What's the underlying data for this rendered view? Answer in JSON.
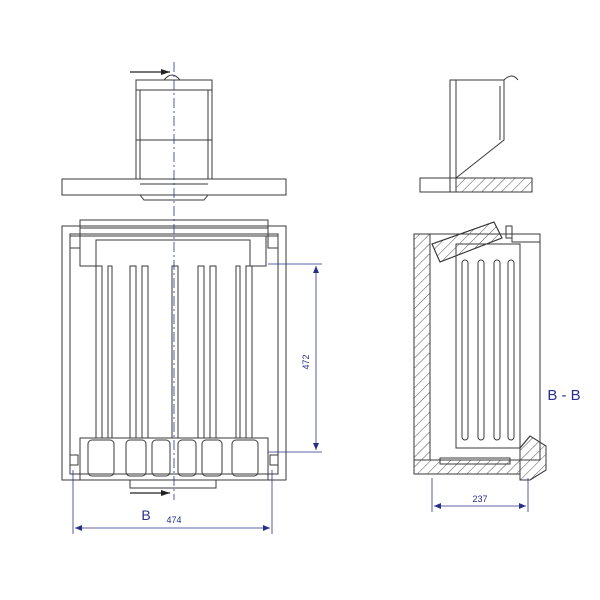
{
  "dimensions": {
    "height": "472",
    "width_front": "474",
    "width_section": "237"
  },
  "labels": {
    "section_marker": "B",
    "section_title": "B - B"
  },
  "colors": {
    "outline": "#3a3a3a",
    "dimension": "#2a2f8a",
    "hatch": "#666666",
    "centerline": "#2a2f8a"
  }
}
